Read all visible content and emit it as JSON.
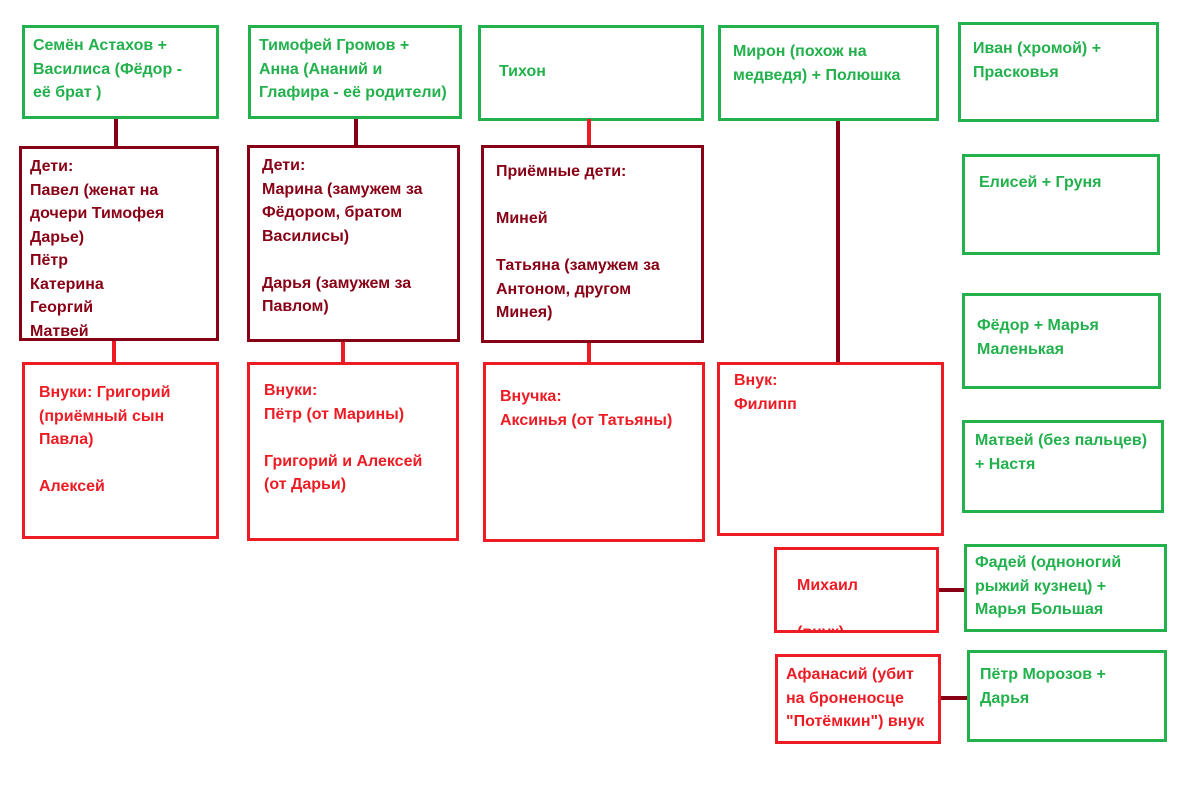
{
  "families": [
    {
      "parents": "Семён Астахов +\nВасилиса  (Фёдор -\nеё брат )",
      "children": "Дети:\nПавел (женат на\nдочери Тимофея Дарье)\nПётр\nКатерина\nГеоргий\nМатвей",
      "grandchildren": "Внуки: Григорий\n(приёмный сын\nПавла)\n\nАлексей"
    },
    {
      "parents": "Тимофей Громов +\nАнна (Ананий и\nГлафира - её родители)",
      "children": "Дети:\nМарина (замужем за\nФёдором, братом\nВасилисы)\n\nДарья (замужем за\nПавлом)",
      "grandchildren": "Внуки:\nПётр (от Марины)\n\nГригорий и Алексей\n(от Дарьи)"
    },
    {
      "parents": "Тихон",
      "children": "Приёмные дети:\n\nМиней\n\nТатьяна (замужем за\nАнтоном, другом\nМинея)",
      "grandchildren": "Внучка:\nАксинья (от Татьяны)"
    },
    {
      "parents": "Мирон (похож на\nмедведя)  + Полюшка",
      "grandchildren": "Внук:\n  Филипп"
    }
  ],
  "couples": [
    "Иван (хромой) +\nПрасковья",
    "Елисей  +  Груня",
    "Фёдор + Марья\nМаленькая",
    "Матвей (без пальцев)\n      + Настя",
    "Фадей (одноногий\nрыжий кузнец) +\nМарья Большая",
    "Пётр Морозов +\nДарья"
  ],
  "linked_grandchildren": [
    "\nМихаил\n\n (внук)",
    "Афанасий (убит\nна броненосце\n\"Потёмкин\")  внук"
  ]
}
